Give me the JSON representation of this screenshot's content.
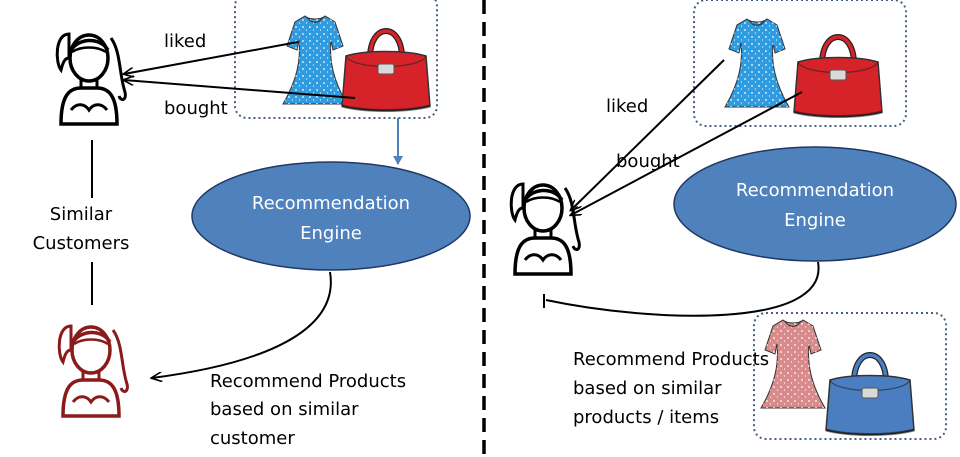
{
  "left_panel": {
    "liked_label": "liked",
    "bought_label": "bought",
    "similar_line1": "Similar",
    "similar_line2": "Customers",
    "engine_line1": "Recommendation",
    "engine_line2": "Engine",
    "recommend_line1": "Recommend Products",
    "recommend_line2": "based on similar",
    "recommend_line3": "customer"
  },
  "right_panel": {
    "liked_label": "liked",
    "bought_label": "bought",
    "engine_line1": "Recommendation",
    "engine_line2": "Engine",
    "recommend_line1": "Recommend Products",
    "recommend_line2": "based on similar",
    "recommend_line3": "products / items"
  },
  "icons": {
    "user": "woman-user-icon",
    "dress": "dress-icon",
    "handbag": "handbag-icon"
  },
  "colors": {
    "engine_fill": "#4f81bd",
    "engine_stroke": "#1f3864",
    "dress_blue": "#2f9be0",
    "bag_red": "#d6232a",
    "dress_pink": "#d98a8a",
    "bag_blue": "#4a7ec0",
    "target_user": "#8b1a1a",
    "box_border": "#46627f"
  }
}
